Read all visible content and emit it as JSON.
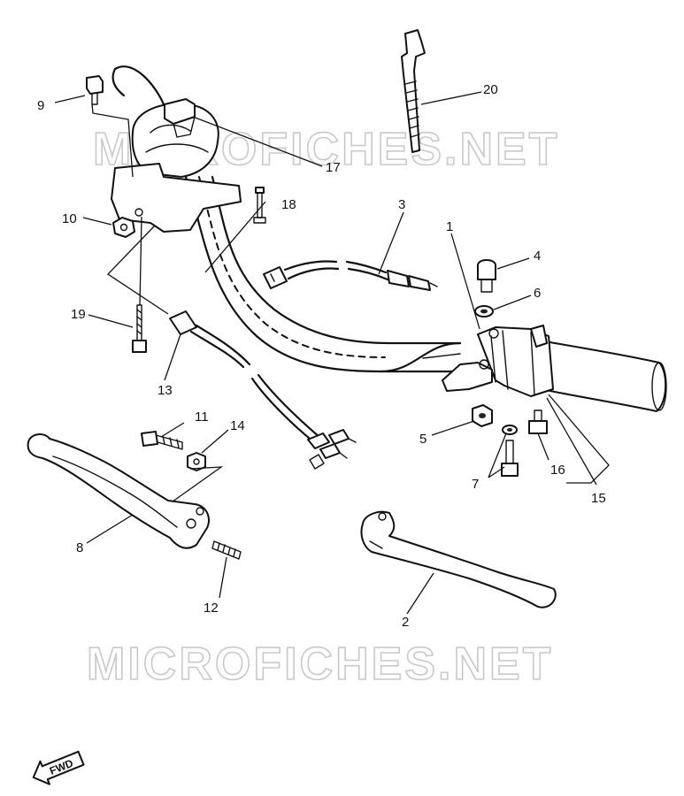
{
  "watermark": {
    "top": "MICROFICHES.NET",
    "bottom": "MICROFICHES.NET"
  },
  "direction_badge": "FWD",
  "callouts": [
    {
      "id": "1",
      "label": "1"
    },
    {
      "id": "2",
      "label": "2"
    },
    {
      "id": "3",
      "label": "3"
    },
    {
      "id": "4",
      "label": "4"
    },
    {
      "id": "5",
      "label": "5"
    },
    {
      "id": "6",
      "label": "6"
    },
    {
      "id": "7",
      "label": "7"
    },
    {
      "id": "8",
      "label": "8"
    },
    {
      "id": "9",
      "label": "9"
    },
    {
      "id": "10",
      "label": "10"
    },
    {
      "id": "11",
      "label": "11"
    },
    {
      "id": "12",
      "label": "12"
    },
    {
      "id": "13",
      "label": "13"
    },
    {
      "id": "14",
      "label": "14"
    },
    {
      "id": "15",
      "label": "15"
    },
    {
      "id": "16",
      "label": "16"
    },
    {
      "id": "17",
      "label": "17"
    },
    {
      "id": "18",
      "label": "18"
    },
    {
      "id": "19",
      "label": "19"
    },
    {
      "id": "20",
      "label": "20"
    }
  ]
}
